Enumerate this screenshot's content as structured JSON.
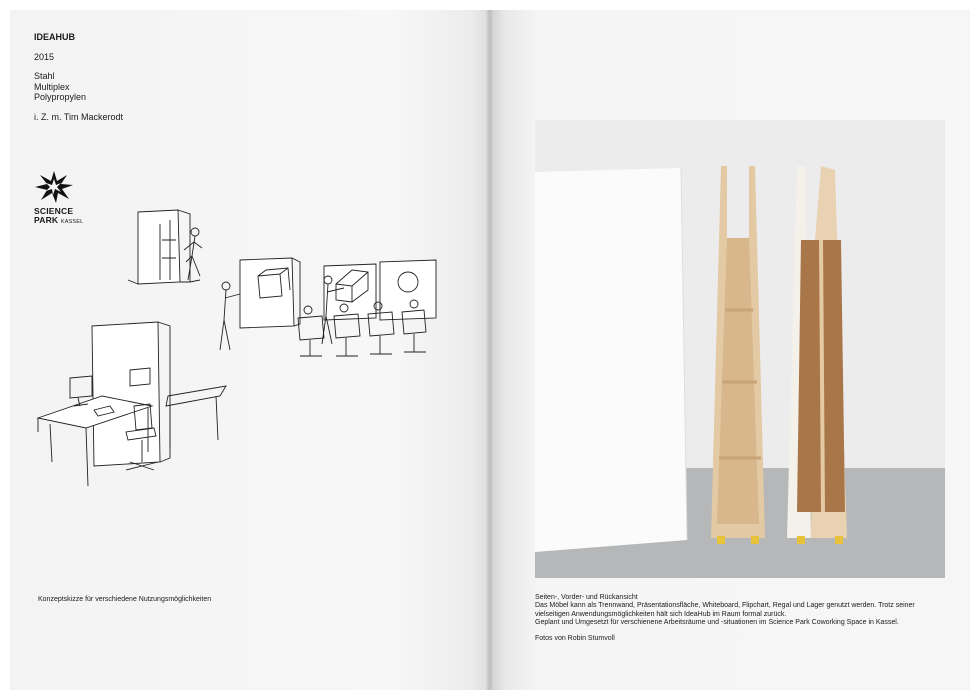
{
  "left_page": {
    "title": "IDEAHUB",
    "year": "2015",
    "materials": [
      "Stahl",
      "Multiplex",
      "Polypropylen"
    ],
    "collaboration": "i. Z. m. Tim Mackerodt",
    "logo": {
      "line1": "SCIENCE",
      "line2": "PARK",
      "line2_small": "KASSEL",
      "icon": "star-burst-logo-icon"
    },
    "sketch_caption": "Konzeptskizze für verschiedene Nutzungsmöglichkeiten"
  },
  "right_page": {
    "caption_title": "Seiten-, Vorder- und Rückansicht",
    "caption_lines": [
      "Das Möbel kann als Trennwand, Präsentationsfläche, Whiteboard, Flipchart, Regal und Lager genutzt werden. Trotz seiner",
      "vielseitigen Anwendungsmöglichkeiten hält sich IdeaHub im Raum formal zurück.",
      "Geplant und Umgesetzt für verschienene Arbeitsräume und -situationen im Science Park Coworking Space in Kassel."
    ],
    "photo_credit": "Fotos von Robin Stumvoll"
  },
  "colors": {
    "paper": "#f5f5f5",
    "wood": "#e6cfae",
    "wall": "#ededee",
    "floor": "#b3b5b7",
    "wheel": "#e8c23a"
  }
}
